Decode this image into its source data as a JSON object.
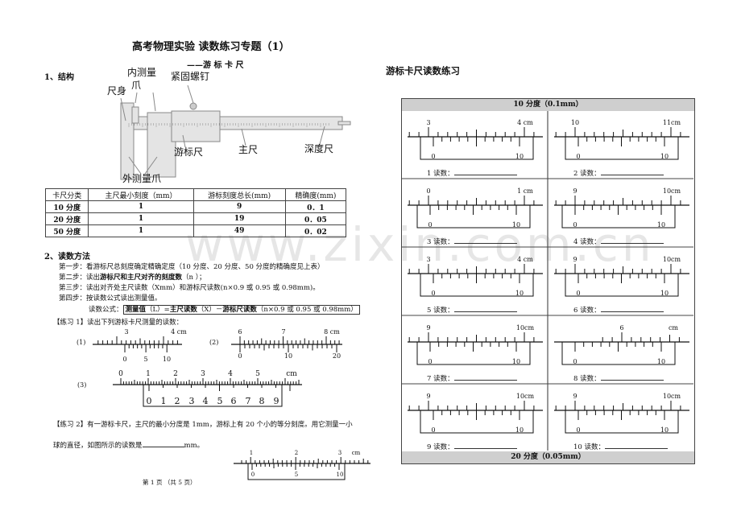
{
  "title": "高考物理实验 读数练习专题（1）",
  "subtitle": "——游 标 卡 尺",
  "watermark": "www.zixin.com.cn",
  "section1": {
    "heading": "1、结构",
    "labels": {
      "body": "尺身",
      "inner_jaw": "内测量",
      "inner_jaw2": "爪",
      "screw": "紧固螺钉",
      "vernier": "游标尺",
      "main": "主尺",
      "depth": "深度尺",
      "outer_jaw": "外测量爪"
    }
  },
  "spec_table": {
    "headers": [
      "卡尺分类",
      "主尺最小刻度（mm）",
      "游标刻度总长(mm)",
      "精确度(mm)"
    ],
    "rows": [
      [
        "10 分度",
        "1",
        "9",
        "0．1"
      ],
      [
        "20 分度",
        "1",
        "19",
        "0．05"
      ],
      [
        "50 分度",
        "1",
        "49",
        "0．02"
      ]
    ]
  },
  "section2": {
    "heading": "2、读数方法",
    "step1": "第一步：看游标尺总刻度确定精确定度（10 分度、20 分度、50 分度的精确度见上表）",
    "step2_pre": "第二步：读出",
    "step2_bold": "游标尺和主尺对齐的刻度数",
    "step2_post": "（n ）；",
    "step3": "第三步：读出对齐处主尺读数（Xmm）和游标尺读数(n×0.9 或 0.95 或 0.98mm)。",
    "step4": "第四步：按读数公式读出测量值。",
    "formula_label": "读数公式：",
    "formula_a": "测量值",
    "formula_b": "（L）=",
    "formula_c": "主尺读数",
    "formula_d": "（X）－",
    "formula_e": "游标尺读数",
    "formula_f": "（n×0.9 或 0.95 或 0.98mm）"
  },
  "practice1": {
    "heading": "【练习 1】读出下列游标卡尺测量的读数：",
    "items": [
      "(1)",
      "(2)",
      "(3)"
    ],
    "r1": {
      "main": [
        "3",
        "4 cm"
      ],
      "vern": [
        "0",
        "5",
        "10"
      ]
    },
    "r2": {
      "main": [
        "6",
        "7",
        "8  cm"
      ],
      "vern": [
        "0",
        "10",
        "20"
      ]
    },
    "r3": {
      "main": [
        "0",
        "1",
        "2",
        "3",
        "4",
        "5",
        "cm"
      ],
      "vern": [
        "0",
        "1",
        "2",
        "3",
        "4",
        "5",
        "6",
        "7",
        "8",
        "9"
      ]
    }
  },
  "practice2": {
    "line1": "【练习 2】有一游标卡尺，主尺的最小分度是 1mm，游标上有 20 个小的等分刻度。用它测量一小",
    "line2_pre": "球的直径，如图所示的读数是",
    "line2_post": "mm。",
    "main": [
      "1",
      "2",
      "3",
      "cm"
    ],
    "vern": [
      "0",
      "5",
      "10"
    ]
  },
  "footer": "第 1 页 （共 5 页）",
  "right": {
    "title": "游标卡尺读数练习",
    "header": "10 分度（0.1mm）",
    "footer_header": "20 分度（0.05mm）",
    "cells": [
      {
        "reading": "1 读数：",
        "main": [
          "3",
          "4 cm"
        ],
        "vern": [
          "0",
          "10"
        ]
      },
      {
        "reading": "2 读数：",
        "main": [
          "10",
          "11cm"
        ],
        "vern": [
          "0",
          "10"
        ]
      },
      {
        "reading": "3 读数：",
        "main": [
          "0",
          "1 cm"
        ],
        "vern": [
          "0",
          "10"
        ]
      },
      {
        "reading": "4 读数：",
        "main": [
          "9",
          "10cm"
        ],
        "vern": [
          "0",
          "10"
        ]
      },
      {
        "reading": "5 读数：",
        "main": [
          "3",
          "4 cm"
        ],
        "vern": [
          "0",
          "10"
        ]
      },
      {
        "reading": "6 读数：",
        "main": [
          "9",
          "10cm"
        ],
        "vern": [
          "0",
          "10"
        ]
      },
      {
        "reading": "7 读数：",
        "main": [
          "9",
          "10cm"
        ],
        "vern": [
          "0",
          "10"
        ]
      },
      {
        "reading": "8 读数：",
        "main": [
          "6",
          "cm"
        ],
        "vern": [
          "0",
          "10"
        ]
      },
      {
        "reading": "9 读数：",
        "main": [
          "9",
          "10cm"
        ],
        "vern": [
          "0",
          "10"
        ]
      },
      {
        "reading": "10 读数：",
        "main": [
          "9",
          "10cm"
        ],
        "vern": [
          "0",
          "10"
        ]
      }
    ]
  }
}
